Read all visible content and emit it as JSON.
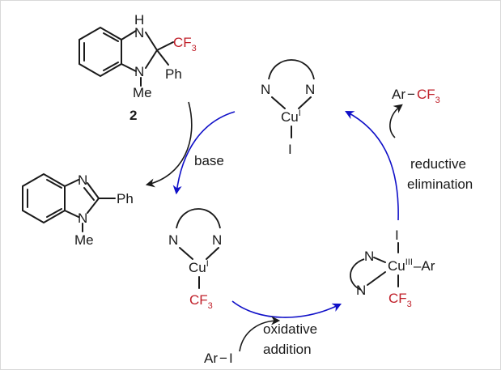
{
  "colors": {
    "text": "#1a1a1a",
    "cf3": "#c0202a",
    "cycle_arrow": "#1010c8",
    "side_arrow": "#1a1a1a",
    "border": "#d8d8d8"
  },
  "reagent": {
    "nh": "H",
    "n": "N",
    "cf3_main": "CF",
    "cf3_sub": "3",
    "ph": "Ph",
    "me": "Me",
    "number": "2"
  },
  "product_benzimidazole": {
    "n_top": "N",
    "n_bottom": "N",
    "ph": "Ph",
    "me": "Me"
  },
  "base_label": "base",
  "cu_top": {
    "n_left": "N",
    "n_right": "N",
    "cu": "Cu",
    "ox": "I",
    "iodide": "I"
  },
  "ar_cf3": {
    "ar": "Ar",
    "dash": "−",
    "cf3_main": "CF",
    "cf3_sub": "3"
  },
  "reductive_label": [
    "reductive",
    "elimination"
  ],
  "cu_cf3": {
    "n_left": "N",
    "n_right": "N",
    "cu": "Cu",
    "ox": "I",
    "cf3_main": "CF",
    "cf3_sub": "3"
  },
  "cu_iii": {
    "iodide": "I",
    "n_top": "N",
    "n_bottom": "N",
    "cu": "Cu",
    "ox": "III",
    "ar": "–Ar",
    "cf3_main": "CF",
    "cf3_sub": "3"
  },
  "ar_i": {
    "ar": "Ar",
    "dash": "−",
    "i": "I"
  },
  "oxidative_label": [
    "oxidative",
    "addition"
  ]
}
